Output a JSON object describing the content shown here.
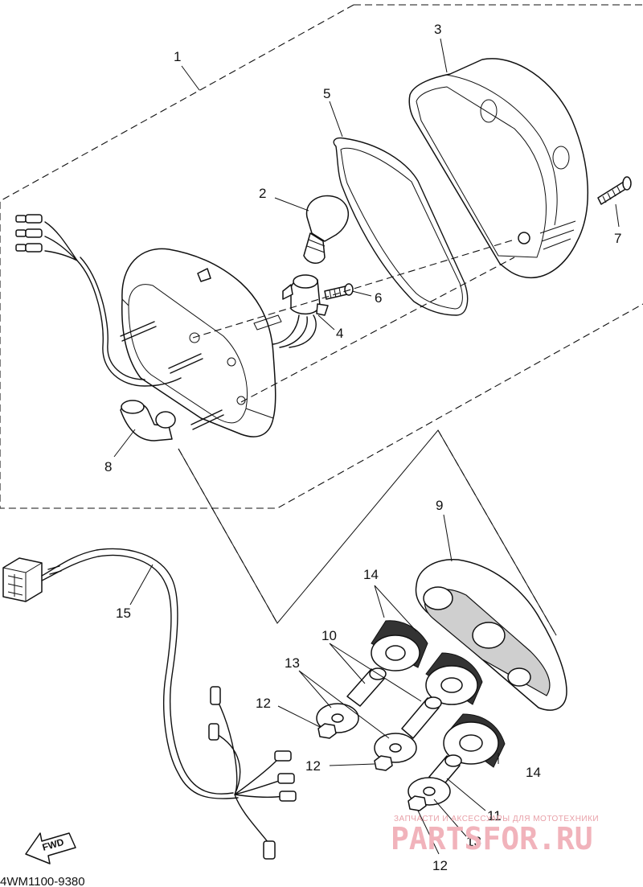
{
  "diagram": {
    "code": "4WM1100-9380",
    "fwd_label": "FWD",
    "watermark": {
      "top_line": "ЗАПЧАСТИ И АКСЕССУАРЫ ДЛЯ МОТОТЕХНИКИ",
      "brand": "PARTSFOR.RU"
    },
    "labels": {
      "l1": "1",
      "l2": "2",
      "l3": "3",
      "l4": "4",
      "l5": "5",
      "l6": "6",
      "l7": "7",
      "l8": "8",
      "l9": "9",
      "l10": "10",
      "l11": "11",
      "l12a": "12",
      "l12b": "12",
      "l12c": "12",
      "l13a": "13",
      "l13b": "13",
      "l14a": "14",
      "l14b": "14",
      "l15": "15"
    }
  }
}
